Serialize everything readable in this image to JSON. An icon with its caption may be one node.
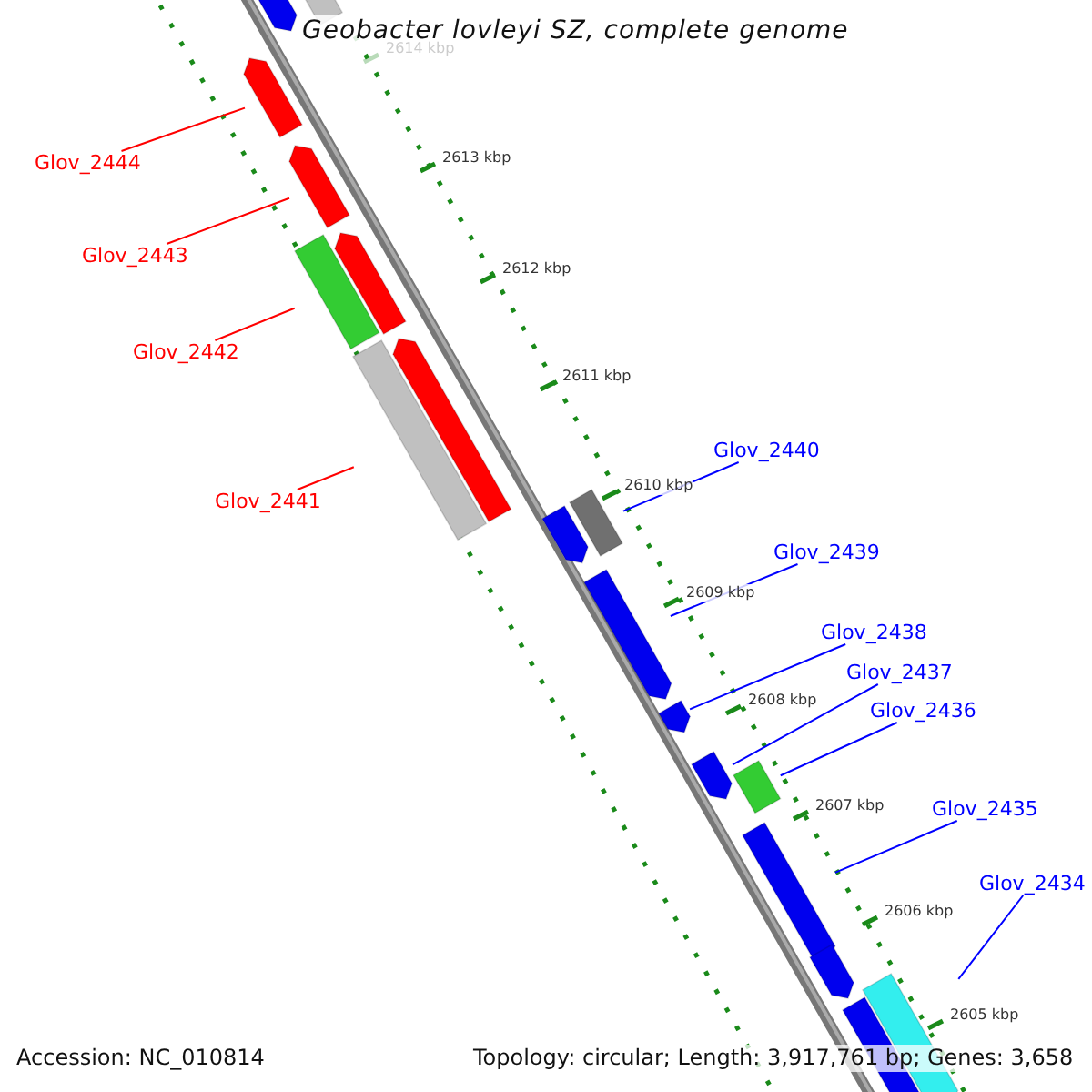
{
  "diagram": {
    "title": "Geobacter lovleyi SZ, complete genome",
    "nodes": [
      {
        "text": [
          "Glov_2444"
        ]
      },
      {
        "text": [
          "Glov_2443"
        ]
      },
      {
        "text": [
          "Glov_2442"
        ]
      },
      {
        "text": [
          "Glov_2441"
        ]
      },
      {
        "text": [
          "Glov_2440"
        ]
      },
      {
        "text": [
          "Glov_2439"
        ]
      },
      {
        "text": [
          "Glov_2438"
        ]
      },
      {
        "text": [
          "Glov_2437"
        ]
      },
      {
        "text": [
          "Glov_2436"
        ]
      },
      {
        "text": [
          "Glov_2435"
        ]
      },
      {
        "text": [
          "Glov_2434"
        ]
      },
      {
        "text": [],
        "shape": "bar"
      },
      {
        "text": [],
        "shape": "bar"
      },
      {
        "text": [],
        "shape": "bar"
      },
      {
        "text": [],
        "shape": "bar"
      },
      {
        "text": [],
        "shape": "bar"
      },
      {
        "text": [],
        "shape": "bar"
      },
      {
        "text": [],
        "shape": "bar"
      },
      {
        "text": [],
        "shape": "bar"
      },
      {
        "text": [],
        "shape": "bar"
      },
      {
        "text": [],
        "shape": "bar"
      },
      {
        "text": [],
        "shape": "bar"
      },
      {
        "text": [],
        "shape": "bar"
      },
      {
        "text": [],
        "shape": "bar"
      },
      {
        "text": [],
        "shape": "bar"
      },
      {
        "text": [],
        "shape": "bar"
      },
      {
        "text": [],
        "shape": "bar"
      },
      {
        "text": [],
        "shape": "bar"
      },
      {
        "text": [],
        "shape": "bar"
      }
    ],
    "edges": [
      {
        "from": 0,
        "to": 13,
        "arrow": "none",
        "color": "#ff0000"
      },
      {
        "from": 1,
        "to": 14,
        "arrow": "none",
        "color": "#ff0000"
      },
      {
        "from": 2,
        "to": 16,
        "arrow": "none",
        "color": "#ff0000"
      },
      {
        "from": 3,
        "to": 18,
        "arrow": "none",
        "color": "#ff0000"
      },
      {
        "from": 4,
        "to": 20,
        "arrow": "none"
      },
      {
        "from": 5,
        "to": 21,
        "arrow": "none"
      },
      {
        "from": 6,
        "to": 22,
        "arrow": "none"
      },
      {
        "from": 7,
        "to": 23,
        "arrow": "none"
      },
      {
        "from": 8,
        "to": 24,
        "arrow": "none"
      },
      {
        "from": 9,
        "to": 25,
        "arrow": "none"
      },
      {
        "from": 10,
        "to": 28,
        "arrow": "none"
      }
    ],
    "labels": [
      "2614 kbp",
      "2613 kbp",
      "2612 kbp",
      "2611 kbp",
      "2610 kbp",
      "2609 kbp",
      "2608 kbp",
      "2607 kbp",
      "2606 kbp",
      "2605 kbp",
      "Accession: NC_010814",
      "Topology: circular; Length: 3,917,761 bp; Genes: 3,658"
    ]
  }
}
